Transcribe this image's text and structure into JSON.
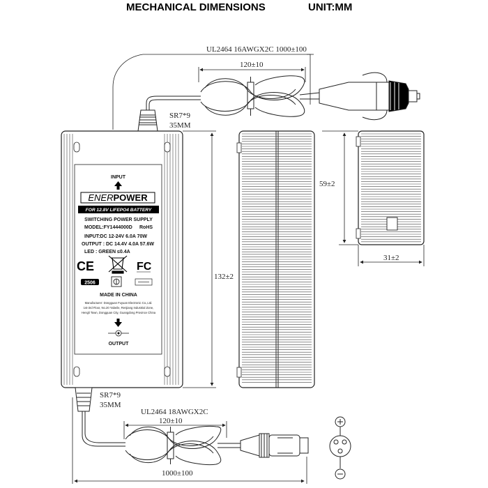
{
  "header": {
    "title": "MECHANICAL DIMENSIONS",
    "unit": "UNIT:MM"
  },
  "input_cable": {
    "spec": "UL2464 16AWGX2C 1000±100",
    "coil_length": "120±10",
    "strain_relief": "SR7*9",
    "strain_relief_length": "35MM"
  },
  "output_cable": {
    "spec": "UL2464 18AWGX2C",
    "coil_length": "120±10",
    "length": "1000±100",
    "strain_relief": "SR7*9",
    "strain_relief_length": "35MM"
  },
  "dimensions": {
    "height": "132±2",
    "depth": "59±2",
    "thickness": "31±2"
  },
  "label": {
    "input": "INPUT",
    "brand_light": "ENER",
    "brand_bold": "POWER",
    "battery_band": "FOR 12.8V LIFEPO4 BATTERY",
    "product": "SWITCHING POWER SUPPLY",
    "model": "MODEL:FY1444000D",
    "rohs": "RoHS",
    "input_rating": "INPUT:DC 12-24V 6.0A 70W",
    "output_rating": "OUTPUT : DC 14.4V 4.0A 57.6W",
    "led": "LED : GREEN  ≤0.4A",
    "ce": "CE",
    "fcc": "FC",
    "code": "2506",
    "made_in": "MADE IN CHINA",
    "manufacturer_1": "Manufacturer: Dongguan Fuyuan Electronic Co.,Ltd.",
    "manufacturer_2": "1st-3rd Floor, No.20 Yabeile, Renjiang Industrial Zone,",
    "manufacturer_3": "Hengli Town, Dongguan City, Guangdong Province China",
    "output": "OUTPUT"
  },
  "icons": {
    "arrow_up": "arrow-up-icon",
    "arrow_down": "arrow-down-icon",
    "ce": "ce-mark-icon",
    "weee": "crossed-bin-icon",
    "fcc": "fcc-mark-icon",
    "polarity": "polarity-icon",
    "xlr": "xlr-connector-pinout-icon"
  }
}
